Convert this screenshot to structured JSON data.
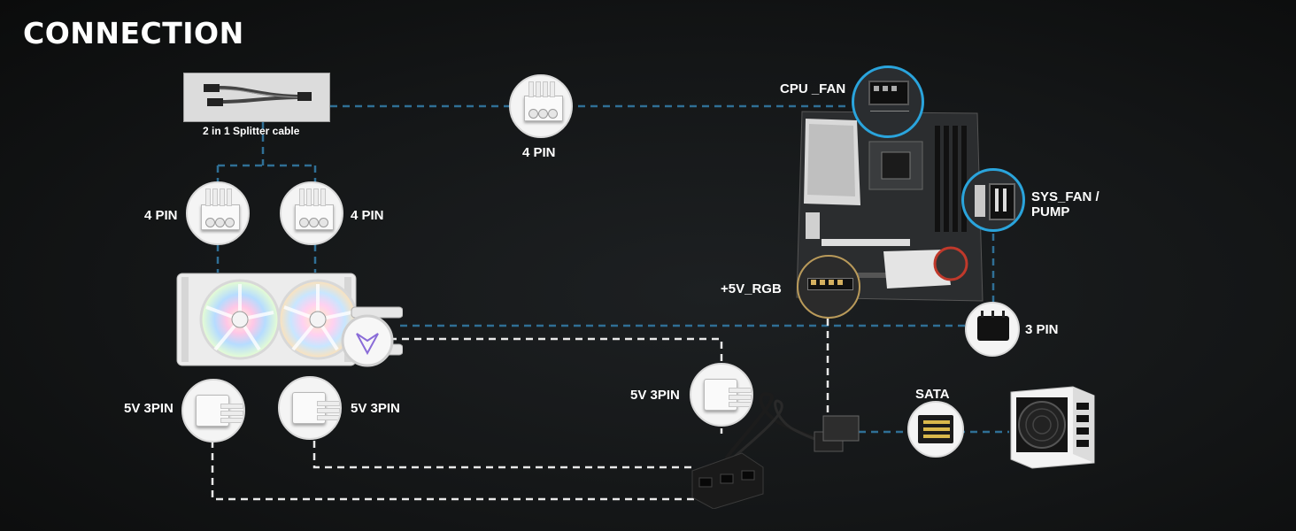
{
  "title": "CONNECTION",
  "labels": {
    "splitter": "2 in 1 Splitter cable",
    "top_4pin": "4 PIN",
    "left_4pin": "4 PIN",
    "right_4pin": "4 PIN",
    "cpu_fan": "CPU _FAN",
    "sys_fan_line1": "SYS_FAN /",
    "sys_fan_line2": "PUMP",
    "rgb": "+5V_RGB",
    "three_pin": "3 PIN",
    "left_5v": "5V 3PIN",
    "right_5v": "5V 3PIN",
    "hub_5v": "5V 3PIN",
    "sata": "SATA"
  },
  "colors": {
    "blue_line": "#2f6f95",
    "white_line": "#e8e8e8",
    "highlight_ring": "#2aa4dc"
  }
}
